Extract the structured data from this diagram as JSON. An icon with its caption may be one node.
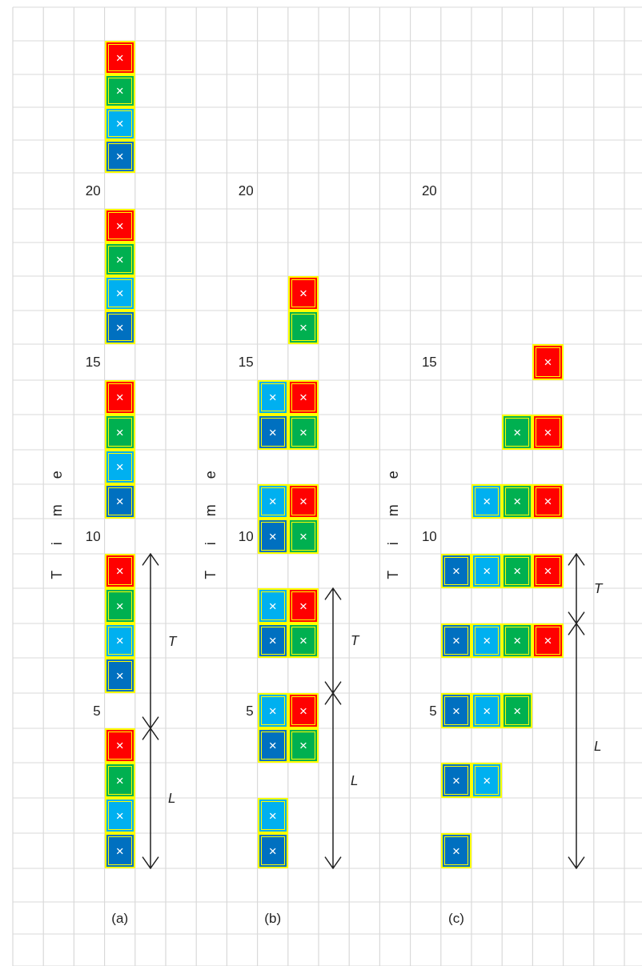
{
  "diagram": {
    "nodes": [
      {
        "text": [
          "×"
        ]
      },
      {
        "text": [
          "×"
        ]
      },
      {
        "text": [
          "×"
        ]
      },
      {
        "text": [
          "×"
        ]
      },
      {
        "text": [
          "×"
        ]
      },
      {
        "text": [
          "×"
        ]
      },
      {
        "text": [
          "×"
        ]
      },
      {
        "text": [
          "×"
        ]
      },
      {
        "text": [
          "×"
        ]
      },
      {
        "text": [
          "×"
        ]
      },
      {
        "text": [
          "×"
        ]
      },
      {
        "text": [
          "×"
        ]
      },
      {
        "text": [
          "×"
        ]
      },
      {
        "text": [
          "×"
        ]
      },
      {
        "text": [
          "×"
        ]
      },
      {
        "text": [
          "×"
        ]
      },
      {
        "text": [
          "×"
        ]
      },
      {
        "text": [
          "×"
        ]
      },
      {
        "text": [
          "×"
        ]
      },
      {
        "text": [
          "×"
        ]
      },
      {
        "text": [
          "×"
        ]
      },
      {
        "text": [
          "×"
        ]
      },
      {
        "text": [
          "×"
        ]
      },
      {
        "text": [
          "×"
        ]
      },
      {
        "text": [
          "×"
        ]
      },
      {
        "text": [
          "×"
        ]
      },
      {
        "text": [
          "×"
        ]
      },
      {
        "text": [
          "×"
        ]
      },
      {
        "text": [
          "×"
        ]
      },
      {
        "text": [
          "×"
        ]
      },
      {
        "text": [
          "×"
        ]
      },
      {
        "text": [
          "×"
        ]
      },
      {
        "text": [
          "×"
        ]
      },
      {
        "text": [
          "×"
        ]
      },
      {
        "text": [
          "×"
        ]
      },
      {
        "text": [
          "×"
        ]
      },
      {
        "text": [
          "×"
        ]
      },
      {
        "text": [
          "×"
        ]
      },
      {
        "text": [
          "×"
        ]
      },
      {
        "text": [
          "×"
        ]
      },
      {
        "text": [
          "×"
        ]
      },
      {
        "text": [
          "×"
        ]
      },
      {
        "text": [
          "×"
        ]
      },
      {
        "text": [
          "×"
        ]
      },
      {
        "text": [
          "×"
        ]
      },
      {
        "text": [
          "×"
        ]
      },
      {
        "text": [
          "×"
        ]
      },
      {
        "text": [
          "×"
        ]
      },
      {
        "text": [
          "×"
        ]
      },
      {
        "text": [
          "×"
        ]
      },
      {
        "text": [
          "×"
        ]
      },
      {
        "text": [
          "×"
        ]
      },
      {
        "text": [
          "×"
        ]
      },
      {
        "text": [
          "×"
        ]
      },
      {
        "text": [
          "×"
        ]
      },
      {
        "text": [
          "×"
        ]
      },
      {
        "text": [
          "×"
        ]
      },
      {
        "text": [
          "×"
        ]
      },
      {
        "text": [
          "×"
        ]
      },
      {
        "text": [
          "×"
        ]
      }
    ],
    "labels": [
      "20",
      "20",
      "20",
      "15",
      "15",
      "15",
      "Time",
      "Time",
      "Time",
      "10",
      "10",
      "10",
      "T",
      "T",
      "T",
      "5",
      "5",
      "5",
      "L",
      "L",
      "L",
      "(a)",
      "(b)",
      "(c)"
    ]
  }
}
